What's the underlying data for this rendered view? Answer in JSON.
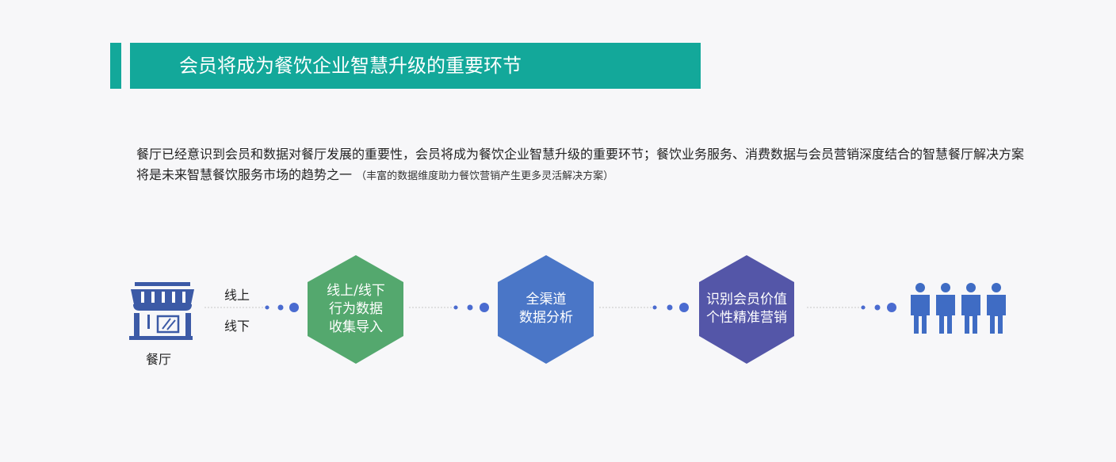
{
  "title": "会员将成为餐饮企业智慧升级的重要环节",
  "description": {
    "main": "餐厅已经意识到会员和数据对餐厅发展的重要性，会员将成为餐饮企业智慧升级的重要环节；餐饮业务服务、消费数据与会员营销深度结合的智慧餐厅解决方案将是未来智慧餐饮服务市场的趋势之一 ",
    "note": "（丰富的数据维度助力餐饮营销产生更多灵活解决方案）"
  },
  "flow": {
    "source_label": "餐厅",
    "channel_online": "线上",
    "channel_offline": "线下",
    "steps": [
      {
        "lines": [
          "线上/线下",
          "行为数据",
          "收集导入"
        ],
        "color": "#54a86e"
      },
      {
        "lines": [
          "全渠道",
          "数据分析"
        ],
        "color": "#4a76c7"
      },
      {
        "lines": [
          "识别会员价值",
          "个性精准营销"
        ],
        "color": "#5456a8"
      }
    ]
  },
  "colors": {
    "accent": "#13a89a",
    "store_icon": "#3c5aa6",
    "people_icon": "#3f6cc4",
    "dot": "#4a6bd0"
  }
}
